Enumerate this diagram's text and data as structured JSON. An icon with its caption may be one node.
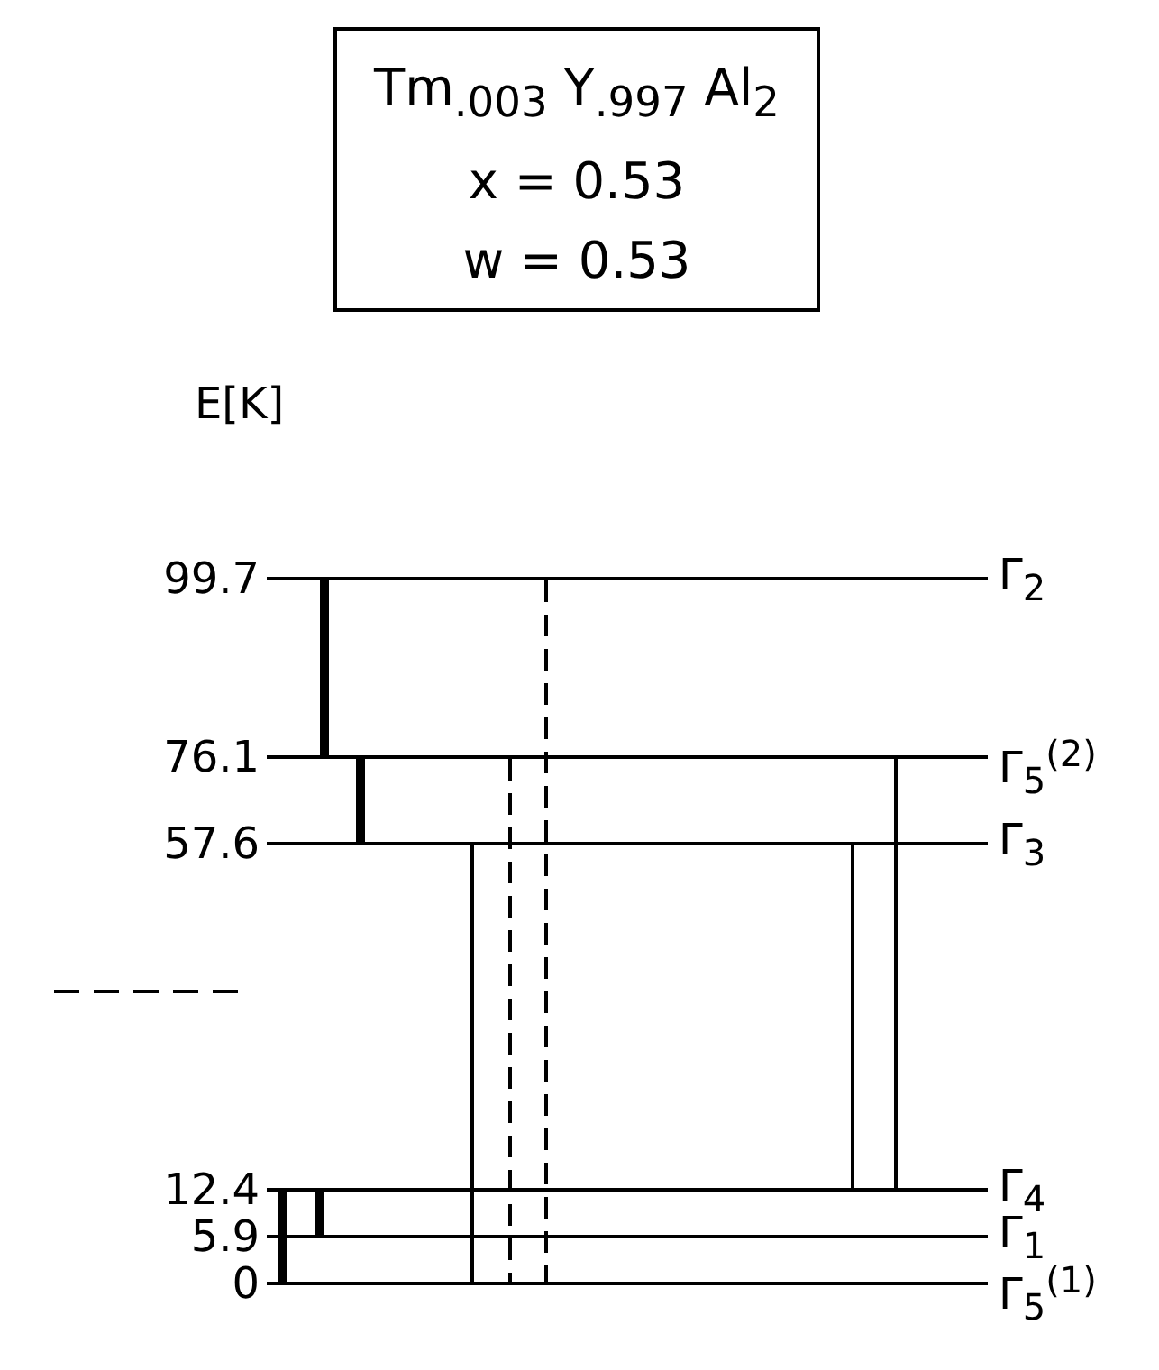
{
  "diagram": {
    "nodes": [
      {
        "text": [
          "Tm$_{.003}$ Y$_{.997}$ Al$_{2}$",
          "x = 0.53",
          "w = 0.53"
        ]
      },
      {
        "text": [
          "99.7"
        ],
        "beside": [
          "Γ$_{2}$"
        ]
      },
      {
        "text": [
          "76.1"
        ],
        "beside": [
          "Γ$_{5}$$^{(2)}$"
        ]
      },
      {
        "text": [
          "57.6"
        ],
        "beside": [
          "Γ$_{3}$"
        ]
      },
      {
        "text": [
          "12.4"
        ],
        "beside": [
          "Γ$_{4}$"
        ]
      },
      {
        "text": [
          "5.9"
        ],
        "beside": [
          "Γ$_{1}$"
        ]
      },
      {
        "text": [
          "0"
        ],
        "beside": [
          "Γ$_{5}$$^{(1)}$"
        ]
      }
    ],
    "edges": [
      {
        "from": 1,
        "to": 2,
        "arrow": "none",
        "style": "thick"
      },
      {
        "from": 2,
        "to": 3,
        "arrow": "none",
        "style": "thick"
      },
      {
        "from": 1,
        "to": 6,
        "arrow": "none",
        "style": "dashed"
      },
      {
        "from": 2,
        "to": 6,
        "arrow": "none",
        "style": "dashed"
      },
      {
        "from": 3,
        "to": 6,
        "arrow": "none"
      },
      {
        "from": 2,
        "to": 4,
        "arrow": "none"
      },
      {
        "from": 3,
        "to": 4,
        "arrow": "none"
      },
      {
        "from": 4,
        "to": 6,
        "arrow": "none",
        "style": "thick"
      },
      {
        "from": 4,
        "to": 5,
        "arrow": "none",
        "style": "thick"
      }
    ],
    "labels": [
      "E[K]"
    ]
  }
}
